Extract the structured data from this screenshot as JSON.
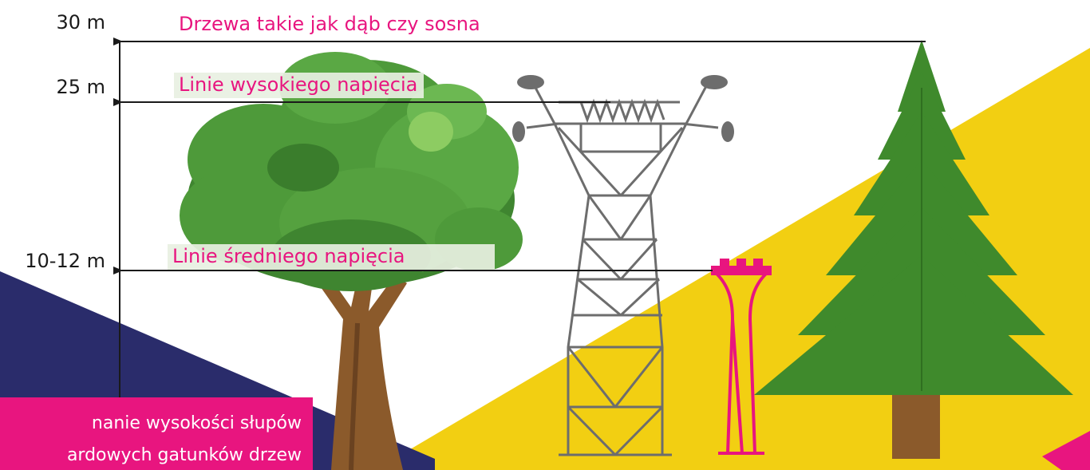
{
  "heights": [
    {
      "tick": "30 m",
      "label": "Drzewa takie jak dąb czy sosna"
    },
    {
      "tick": "25 m",
      "label": "Linie wysokiego napięcia"
    },
    {
      "tick": "10-12 m",
      "label": "Linie średniego napięcia"
    }
  ],
  "caption": {
    "line1": "nanie wysokości słupów",
    "line2": "ardowych gatunków drzew"
  },
  "colors": {
    "accent": "#e8157f",
    "navy": "#2a2c6b",
    "yellow": "#f2cf12",
    "tower": "#6d6d6d",
    "oak_leaf": "#4e9a3a",
    "pine": "#3f8a2c",
    "trunk": "#8b5a2b"
  },
  "icons": [
    "oak-tree-icon",
    "pine-tree-icon",
    "high-voltage-pylon-icon",
    "medium-voltage-pole-icon"
  ]
}
